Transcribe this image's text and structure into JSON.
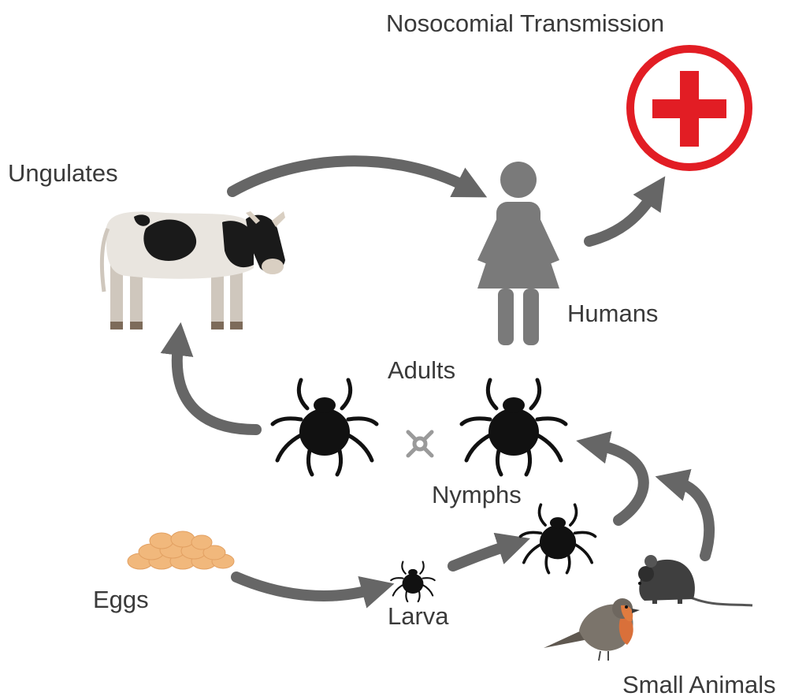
{
  "labels": {
    "title": "Nosocomial Transmission",
    "ungulates": "Ungulates",
    "humans": "Humans",
    "adults": "Adults",
    "nymphs": "Nymphs",
    "eggs": "Eggs",
    "larva": "Larva",
    "small_animals": "Small Animals"
  },
  "icons": {
    "hospital": "medical-cross-icon",
    "human": "woman-icon",
    "cow": "cow-icon",
    "tick": "tick-icon",
    "mating": "mating-symbol-icon",
    "eggs": "eggs-icon",
    "mouse": "mouse-icon",
    "bird": "robin-icon"
  },
  "colors": {
    "arrow": "#666666",
    "text": "#3a3a3a",
    "hospital_red": "#e21d24",
    "human_gray": "#7a7a7a",
    "tick": "#111111",
    "egg": "#f1b87c"
  }
}
